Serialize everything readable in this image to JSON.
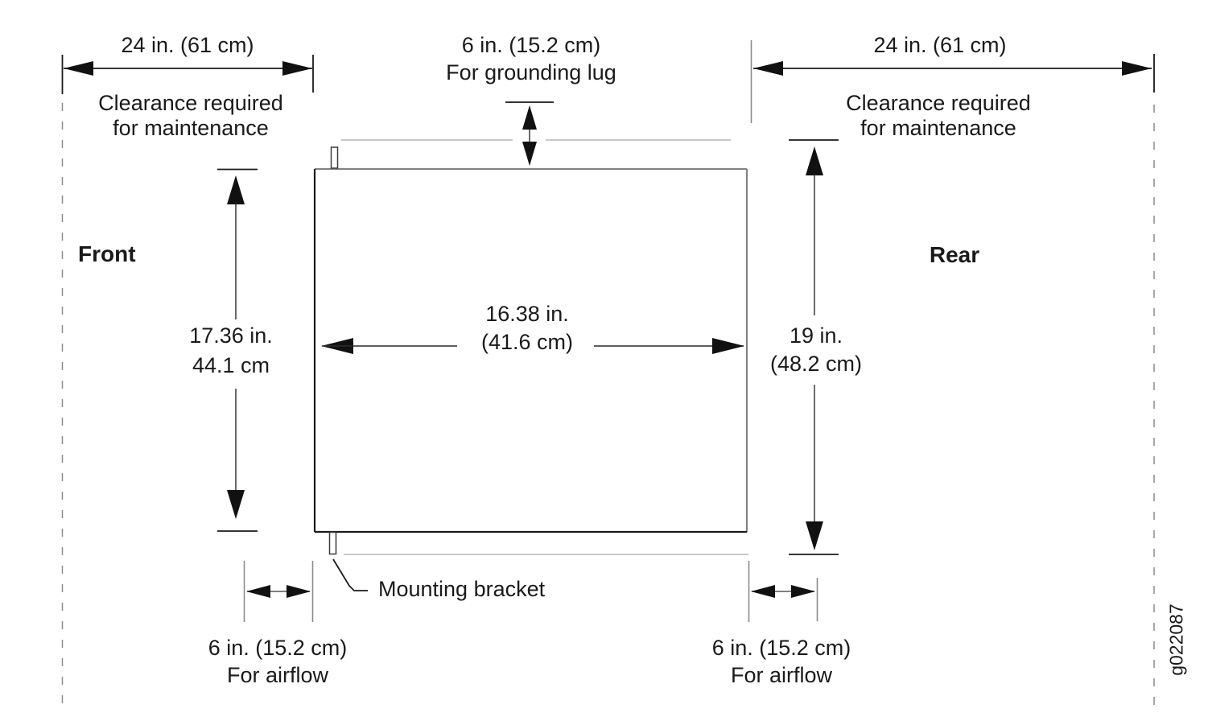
{
  "figure": {
    "id": "g022087"
  },
  "side_labels": {
    "front": "Front",
    "rear": "Rear"
  },
  "bracket_label": "Mounting bracket",
  "clearance_left": {
    "value": "24 in. (61 cm)",
    "caption_line1": "Clearance required",
    "caption_line2": "for maintenance"
  },
  "clearance_right": {
    "value": "24 in. (61 cm)",
    "caption_line1": "Clearance required",
    "caption_line2": "for maintenance"
  },
  "grounding": {
    "value": "6 in. (15.2 cm)",
    "caption": "For grounding lug"
  },
  "depth_front": {
    "line1": "17.36 in.",
    "line2": "44.1 cm"
  },
  "width_rear": {
    "line1": "19 in.",
    "line2": "(48.2 cm)"
  },
  "chassis_width": {
    "line1": "16.38 in.",
    "line2": "(41.6 cm)"
  },
  "airflow_left": {
    "value": "6 in. (15.2 cm)",
    "caption": "For airflow"
  },
  "airflow_right": {
    "value": "6 in. (15.2 cm)",
    "caption": "For airflow"
  },
  "colors": {
    "line_black": "#1a1a1a",
    "line_gray": "#8c8c8c",
    "line_light_gray": "#b5b5b5",
    "box_gray": "#828282"
  }
}
